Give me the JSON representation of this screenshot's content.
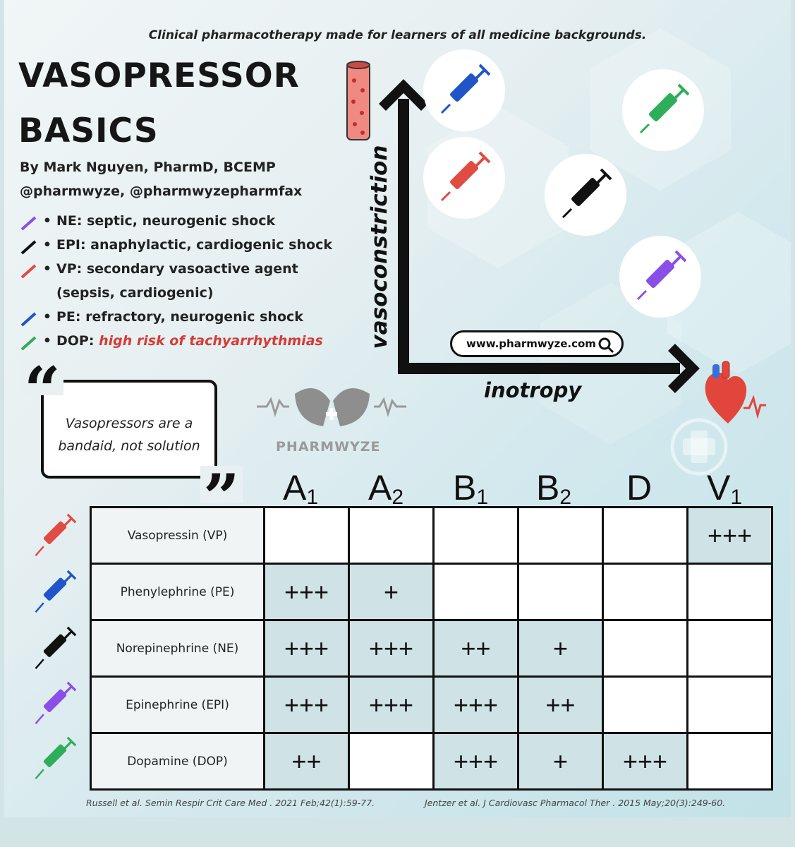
{
  "tagline": "Clinical pharmacotherapy made for learners of all medicine backgrounds.",
  "title_line1": "VASOPRESSOR",
  "title_line2": "BASICS",
  "author": "By Mark Nguyen, PharmD, BCEMP",
  "handles": "@pharmwyze, @pharmwyzepharmfax",
  "bullets": [
    {
      "text": "NE: septic, neurogenic shock",
      "color": "#8a4fe6"
    },
    {
      "text": "EPI: anaphylactic, cardiogenic shock",
      "color": "#111111"
    },
    {
      "text": "VP: secondary vasoactive agent",
      "text2": "(sepsis, cardiogenic)",
      "color": "#e04b44"
    },
    {
      "text": "PE: refractory, neurogenic shock",
      "color": "#1f55c8"
    },
    {
      "text": "DOP: ",
      "warn": "high risk of tachyarrhythmias",
      "color": "#2fae5a"
    }
  ],
  "quote": {
    "line1": "Vasopressors are a",
    "line2": "bandaid, not solution"
  },
  "logo": "PHARMWYZE",
  "axes": {
    "y": "vasoconstriction",
    "x": "inotropy"
  },
  "url": "www.pharmwyze.com",
  "colors": {
    "VP": "#e04b44",
    "PE": "#1f55c8",
    "NE": "#111111",
    "EPI": "#8a4fe6",
    "DOP": "#2fae5a",
    "shaded": "#cfe3e6"
  },
  "columns": [
    {
      "letter": "A",
      "sub": "1"
    },
    {
      "letter": "A",
      "sub": "2"
    },
    {
      "letter": "B",
      "sub": "1"
    },
    {
      "letter": "B",
      "sub": "2"
    },
    {
      "letter": "D",
      "sub": ""
    },
    {
      "letter": "V",
      "sub": "1"
    }
  ],
  "rows": [
    {
      "drug": "Vasopressin (VP)",
      "key": "VP",
      "cells": [
        "",
        "",
        "",
        "",
        "",
        "+++"
      ]
    },
    {
      "drug": "Phenylephrine (PE)",
      "key": "PE",
      "cells": [
        "+++",
        "+",
        "",
        "",
        "",
        ""
      ]
    },
    {
      "drug": "Norepinephrine (NE)",
      "key": "NE",
      "cells": [
        "+++",
        "+++",
        "++",
        "+",
        "",
        ""
      ]
    },
    {
      "drug": "Epinephrine (EPI)",
      "key": "EPI",
      "cells": [
        "+++",
        "+++",
        "+++",
        "++",
        "",
        ""
      ]
    },
    {
      "drug": "Dopamine (DOP)",
      "key": "DOP",
      "cells": [
        "++",
        "",
        "+++",
        "+",
        "+++",
        ""
      ]
    }
  ],
  "references": [
    "Russell et al. Semin Respir Crit Care Med . 2021 Feb;42(1):59-77.",
    "Jentzer et al. J Cardiovasc Pharmacol Ther . 2015 May;20(3):249-60."
  ],
  "chart_data": {
    "type": "table",
    "columns": [
      "A1",
      "A2",
      "B1",
      "B2",
      "D",
      "V1"
    ],
    "rows": [
      {
        "name": "Vasopressin (VP)",
        "values": [
          "",
          "",
          "",
          "",
          "",
          "+++"
        ]
      },
      {
        "name": "Phenylephrine (PE)",
        "values": [
          "+++",
          "+",
          "",
          "",
          "",
          ""
        ]
      },
      {
        "name": "Norepinephrine (NE)",
        "values": [
          "+++",
          "+++",
          "++",
          "+",
          "",
          ""
        ]
      },
      {
        "name": "Epinephrine (EPI)",
        "values": [
          "+++",
          "+++",
          "+++",
          "++",
          "",
          ""
        ]
      },
      {
        "name": "Dopamine (DOP)",
        "values": [
          "++",
          "",
          "+++",
          "+",
          "+++",
          ""
        ]
      }
    ]
  }
}
